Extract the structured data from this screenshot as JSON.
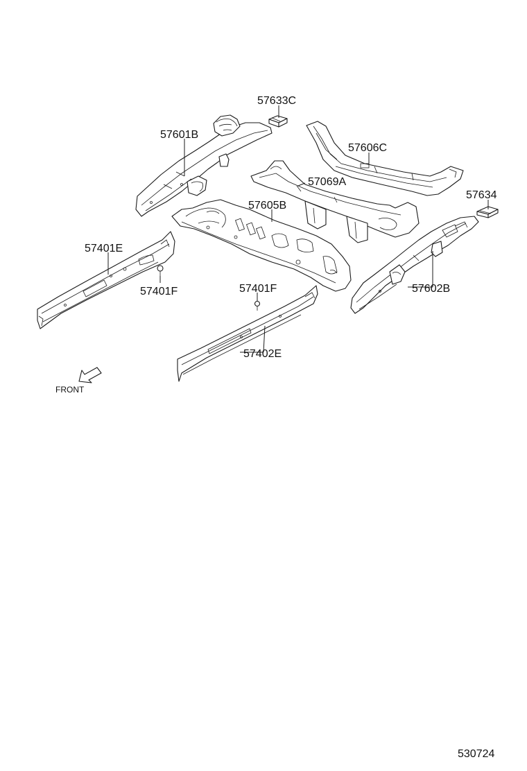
{
  "labels": {
    "p57633C": "57633C",
    "p57601B": "57601B",
    "p57606C": "57606C",
    "p57069A": "57069A",
    "p57634": "57634",
    "p57605B": "57605B",
    "p57401E": "57401E",
    "p57401F_left": "57401F",
    "p57401F_center": "57401F",
    "p57602B": "57602B",
    "p57402E": "57402E",
    "front": "FRONT"
  },
  "reference_number": "530724"
}
